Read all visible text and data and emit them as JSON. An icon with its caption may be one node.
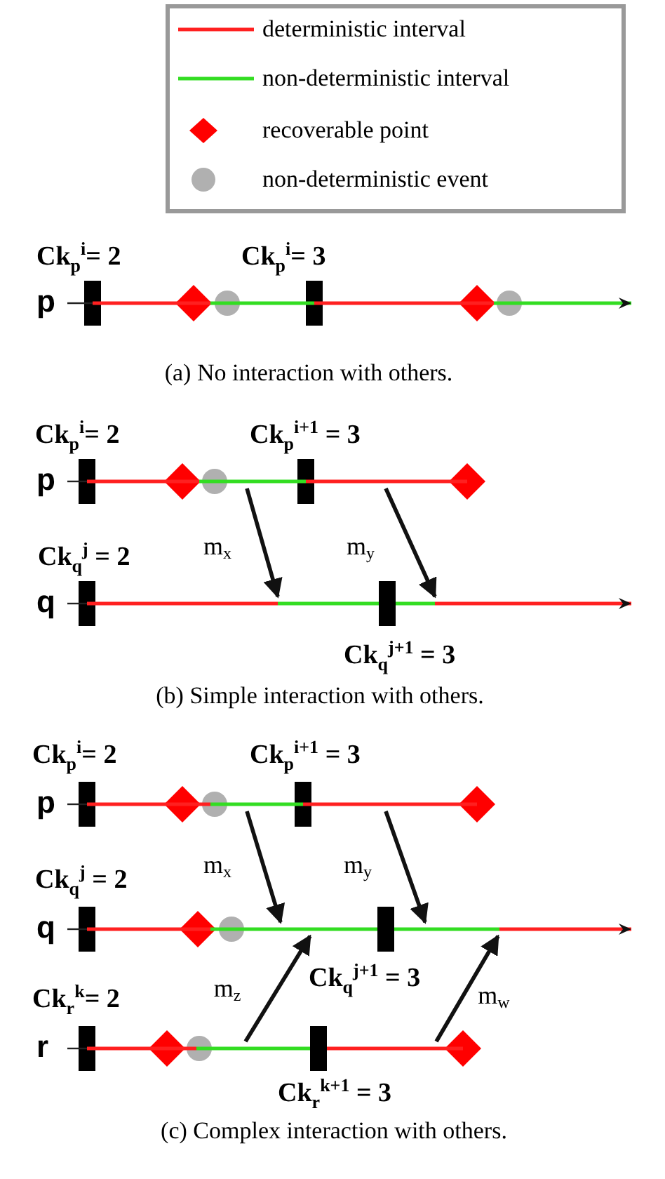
{
  "diagram": {
    "nodes": [
      {
        "text": [
          "Ck$_{p}$$^{i}$= 2"
        ]
      },
      {
        "text": [
          "Ck$_{p}$$^{i}$= 3"
        ]
      },
      {
        "text": [
          "p"
        ]
      },
      {
        "text": [
          "Ck$_{p}$$^{i}$= 2"
        ]
      },
      {
        "text": [
          "Ck$_{p}$$^{i+1}$ = 3"
        ]
      },
      {
        "text": [
          "p"
        ]
      },
      {
        "text": [
          "Ck$_{q}$$^{j}$ = 2"
        ]
      },
      {
        "text": [
          "q"
        ]
      },
      {
        "text": [
          "Ck$_{q}$$^{j+1}$ = 3"
        ]
      },
      {
        "text": [
          "Ck$_{p}$$^{i}$= 2"
        ]
      },
      {
        "text": [
          "Ck$_{p}$$^{i+1}$ = 3"
        ]
      },
      {
        "text": [
          "p"
        ]
      },
      {
        "text": [
          "Ck$_{q}$$^{j}$ = 2"
        ]
      },
      {
        "text": [
          "q"
        ]
      },
      {
        "text": [
          "Ck$_{q}$$^{j+1}$ = 3"
        ]
      },
      {
        "text": [
          "Ck$_{r}$$^{k}$= 2"
        ]
      },
      {
        "text": [
          "r"
        ]
      },
      {
        "text": [
          "Ck$_{r}$$^{k+1}$ = 3"
        ]
      }
    ],
    "edges": [
      {
        "from": 5,
        "to": 7,
        "arrow": "to",
        "label": "m$_{x}$"
      },
      {
        "from": 5,
        "to": 7,
        "arrow": "to",
        "label": "m$_{y}$"
      },
      {
        "from": 11,
        "to": 13,
        "arrow": "to",
        "label": "m$_{x}$"
      },
      {
        "from": 11,
        "to": 13,
        "arrow": "to",
        "label": "m$_{y}$"
      },
      {
        "from": 16,
        "to": 13,
        "arrow": "to",
        "label": "m$_{z}$"
      },
      {
        "from": 16,
        "to": 13,
        "arrow": "to",
        "label": "m$_{w}$"
      }
    ],
    "labels": [
      "(a) No interaction with others.",
      "(b) Simple interaction with others.",
      "(c) Complex interaction with others."
    ],
    "legend": [
      {
        "text": "deterministic interval"
      },
      {
        "text": "non-deterministic interval"
      },
      {
        "text": "recoverable point"
      },
      {
        "text": "non-deterministic event"
      }
    ]
  }
}
